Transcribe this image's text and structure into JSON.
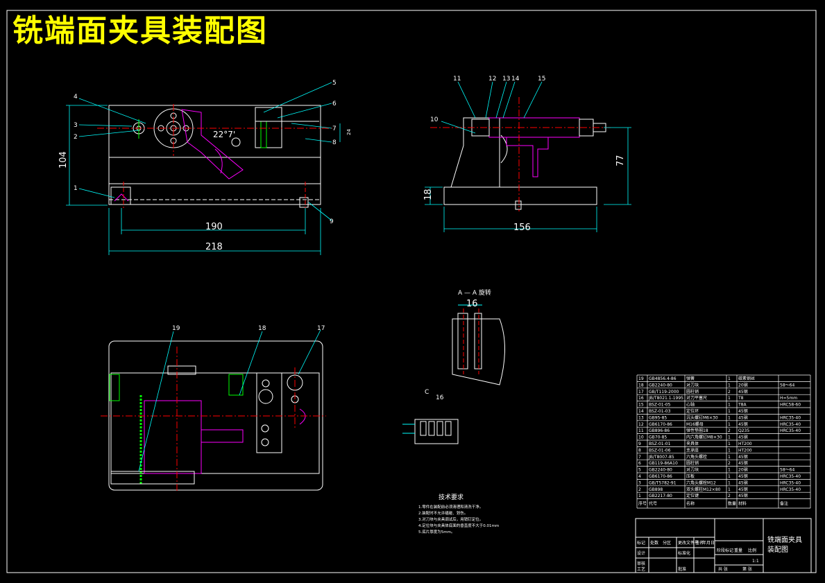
{
  "title": "铣端面夹具装配图",
  "front_view": {
    "dims": [
      "104",
      "190",
      "218",
      "22°7'"
    ],
    "small_dim": "24",
    "balloons": [
      "1",
      "2",
      "3",
      "4",
      "5",
      "6",
      "7",
      "8",
      "9"
    ]
  },
  "side_view": {
    "dims": [
      "156",
      "77",
      "18"
    ],
    "balloons": [
      "10",
      "11",
      "12",
      "13",
      "14",
      "15"
    ]
  },
  "top_view": {
    "balloons": [
      "17",
      "18",
      "19"
    ]
  },
  "section_view": {
    "title": "A — A  旋转",
    "dim": "16"
  },
  "detail_view": {
    "label_c": "C",
    "label_16": "16"
  },
  "notes": {
    "heading": "技术要求",
    "lines": [
      "1.零件在装配前必须清理和清洗干净。",
      "2.装配时不允许磕碰、划伤。",
      "3.对刀块与夹具调试后，用销钉定位。",
      "4.定位块与夹具体底面的垂直度不大于0.01mm",
      "5.底片厚度为5mm。"
    ]
  },
  "bom": {
    "header": [
      "序号",
      "代号",
      "名称",
      "数量",
      "材料",
      "备注"
    ],
    "rows": [
      [
        "19",
        "GB4856.4-86",
        "弹簧",
        "1",
        "碳素钢丝",
        ""
      ],
      [
        "18",
        "GB2240-80",
        "对刀块",
        "1",
        "20钢",
        "58～64"
      ],
      [
        "17",
        "GB/T119-2000",
        "圆柱销",
        "2",
        "45钢",
        ""
      ],
      [
        "16",
        "JB/T8021.1-1995",
        "对刀平塞尺",
        "1",
        "T8",
        "H=5mm"
      ],
      [
        "15",
        "BSZ-01-05",
        "心轴",
        "1",
        "T8A",
        "HRC58-60"
      ],
      [
        "14",
        "BSZ-01-03",
        "定位环",
        "1",
        "45钢",
        ""
      ],
      [
        "13",
        "GB95-85",
        "沉头螺钉M6×30",
        "1",
        "45钢",
        "HRC35-40"
      ],
      [
        "12",
        "GB6170-86",
        "M16螺母",
        "1",
        "45钢",
        "HRC35-40"
      ],
      [
        "11",
        "GB896-86",
        "弹性垫圈18",
        "2",
        "Q235",
        "HRC35-40"
      ],
      [
        "10",
        "GB70-85",
        "内六角螺钉M8×30",
        "1",
        "45钢",
        ""
      ],
      [
        "9",
        "BSZ-01-01",
        "夹具体",
        "1",
        "HT200",
        ""
      ],
      [
        "8",
        "BSZ-01-06",
        "支承座",
        "1",
        "HT200",
        ""
      ],
      [
        "7",
        "JB/T8007-85",
        "六角头螺栓",
        "1",
        "45钢",
        ""
      ],
      [
        "6",
        "GB119-86A10",
        "圆柱销",
        "2",
        "45钢",
        ""
      ],
      [
        "5",
        "GB2240-80",
        "对刀块",
        "1",
        "20钢",
        "58～64"
      ],
      [
        "4",
        "GB6170-86",
        "压板",
        "1",
        "45钢",
        "HRC35-40"
      ],
      [
        "3",
        "GB/T5782-91",
        "六角头螺栓M12",
        "1",
        "45钢",
        "HRC35-40"
      ],
      [
        "2",
        "GB898",
        "双头螺柱M12×80",
        "1",
        "45钢",
        "HRC35-40"
      ],
      [
        "1",
        "GB2217-80",
        "定位键",
        "2",
        "45钢",
        ""
      ]
    ]
  },
  "title_block": {
    "drawing_name_1": "铣端面夹具",
    "drawing_name_2": "装配图",
    "cells": [
      "标记",
      "处数",
      "分区",
      "更改文件号",
      "签名",
      "年月日",
      "设计",
      "标准化",
      "审核",
      "工艺",
      "批准",
      "阶段标记",
      "重量",
      "比例",
      "1:1",
      "共 张",
      "第 张"
    ]
  },
  "colors": {
    "yellow": "#ffff00",
    "white": "#ffffff",
    "cyan": "#00ffff",
    "magenta": "#ff00ff",
    "red": "#ff0000",
    "green": "#00ff00",
    "grey": "#9a9a9a"
  }
}
